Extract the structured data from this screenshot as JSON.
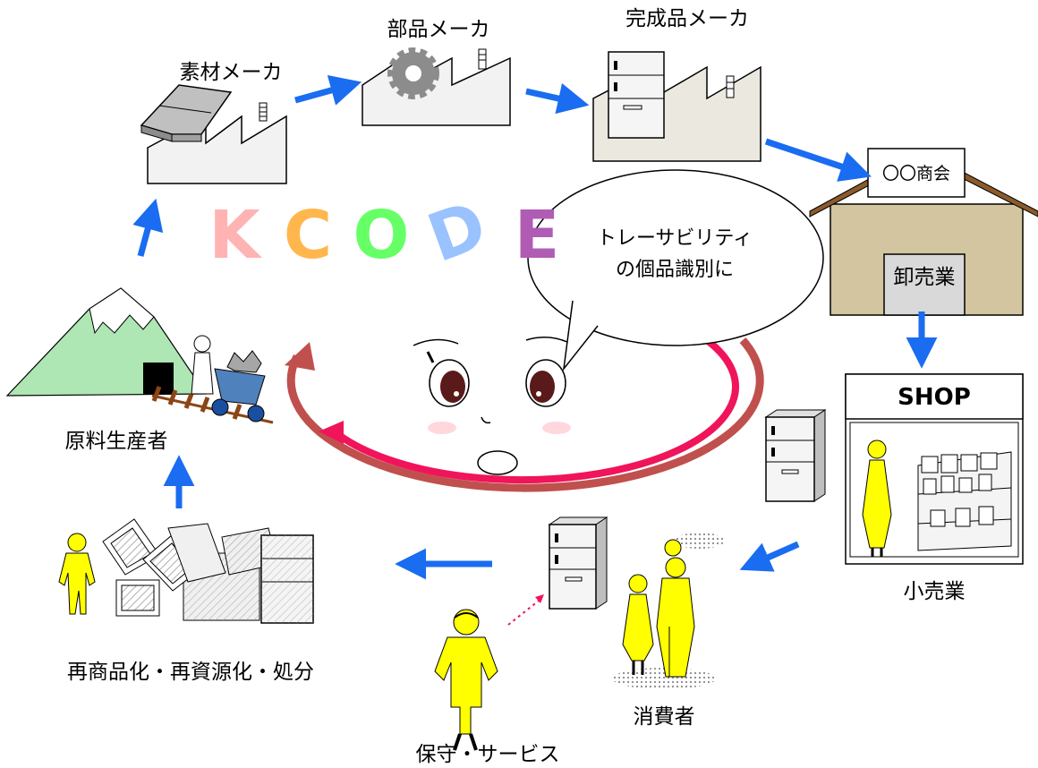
{
  "labels": {
    "material_maker": "素材メーカ",
    "parts_maker": "部品メーカ",
    "finished_maker": "完成品メーカ",
    "trading_sign": "〇〇商会",
    "wholesale": "卸売業",
    "shop_sign": "SHOP",
    "retail": "小売業",
    "consumer": "消費者",
    "service": "保守・サービス",
    "recycle": "再商品化・再資源化・処分",
    "raw_producer": "原料生産者"
  },
  "bubble": {
    "line1": "トレーサビリティ",
    "line2": "の個品識別に"
  },
  "logo": {
    "letters": [
      {
        "char": "K",
        "color": "#ffb3b3"
      },
      {
        "char": "C",
        "color": "#ffb74d"
      },
      {
        "char": "O",
        "color": "#66ff66"
      },
      {
        "char": "D",
        "color": "#99c2ff"
      },
      {
        "char": "E",
        "color": "#b05cb5"
      }
    ]
  },
  "colors": {
    "flow_arrow": "#1a6cf0",
    "ring_outer": "#c0504d",
    "ring_inner": "#f0145a",
    "figure_yellow": "#ffff00",
    "roof": "#8b5a2b",
    "warehouse_wall": "#d2c5a0"
  }
}
